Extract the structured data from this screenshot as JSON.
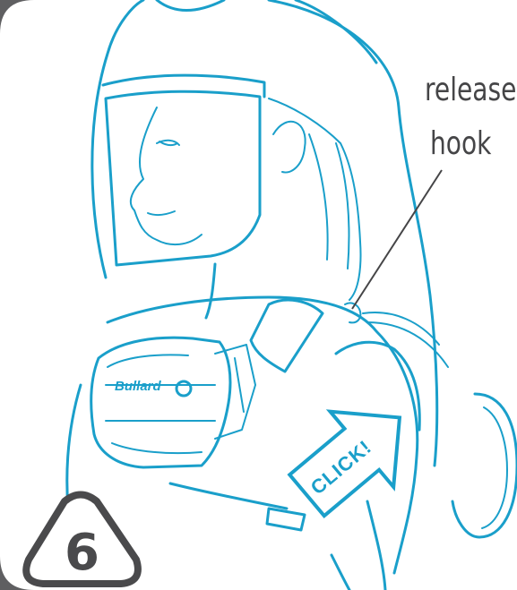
{
  "callout": {
    "line1": "release",
    "line2": "hook"
  },
  "arrow": {
    "label": "CLICK!"
  },
  "device": {
    "brand": "Bullard"
  },
  "step": {
    "number": "6"
  },
  "colors": {
    "outline": "#1a9fca",
    "frame": "#5f5f61",
    "panel": "#ffffff",
    "text": "#454547",
    "leader_line": "#454547"
  },
  "icons": {
    "step_badge": "rounded-triangle-icon",
    "arrow": "chevron-arrow-icon"
  }
}
